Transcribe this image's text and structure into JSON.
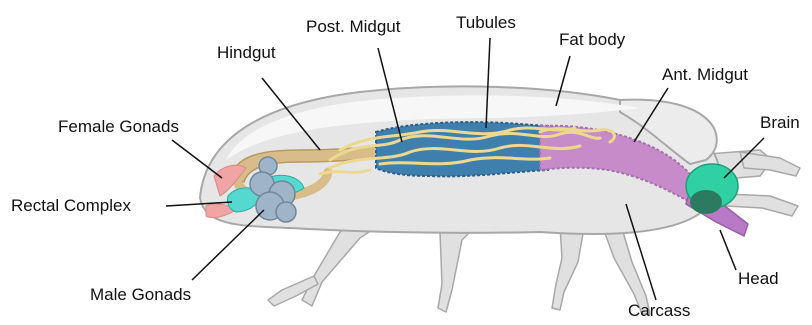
{
  "diagram": {
    "labels": {
      "hindgut": "Hindgut",
      "post_midgut": "Post. Midgut",
      "tubules": "Tubules",
      "fat_body": "Fat body",
      "ant_midgut": "Ant. Midgut",
      "brain": "Brain",
      "female_gonads": "Female Gonads",
      "rectal_complex": "Rectal Complex",
      "male_gonads": "Male Gonads",
      "head": "Head",
      "carcass": "Carcass"
    },
    "colors": {
      "carcass": "#e6e6e6",
      "carcass_outline": "#a8a8a8",
      "fat_body": "#f4f4f4",
      "hindgut": "#d8bd8a",
      "post_midgut": "#3f7fad",
      "tubules": "#ecd98f",
      "ant_midgut": "#c78bc9",
      "brain": "#2fd1a3",
      "brain_dark": "#2c7a5f",
      "head_gut": "#b879c7",
      "female_gonads": "#f0a4a4",
      "rectal_complex": "#55d8cf",
      "male_gonads": "#9fb4c6",
      "leader": "#111111"
    }
  }
}
